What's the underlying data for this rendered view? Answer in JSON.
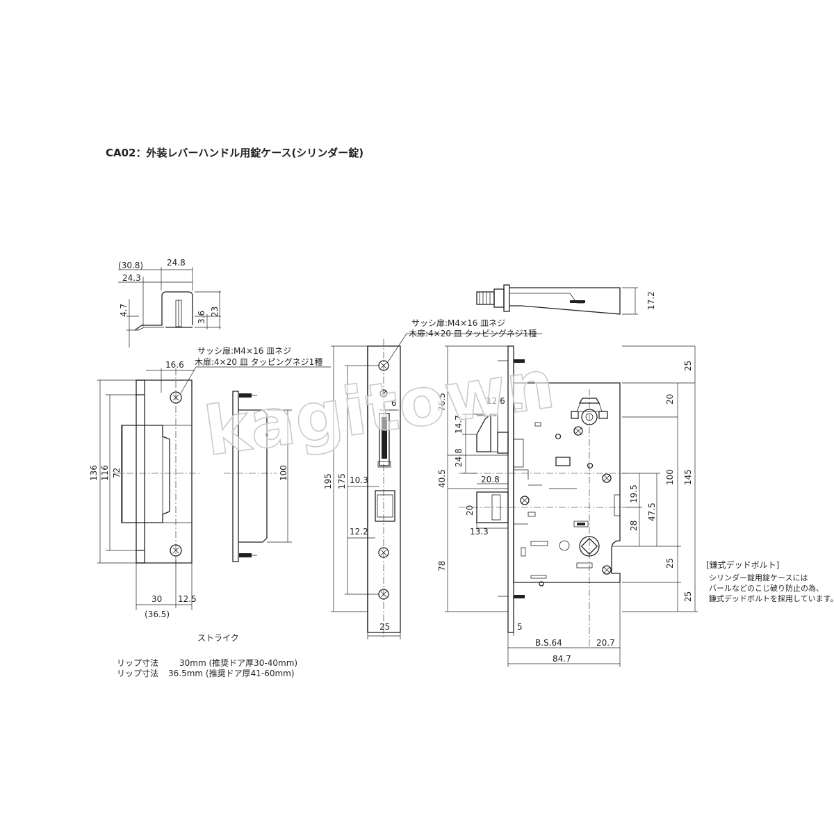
{
  "title": "CA02：外装レバーハンドル用錠ケース(シリンダー錠)",
  "watermark": "kagitown",
  "notes": {
    "screw_sash": "サッシ扉:M4×16 皿ネジ",
    "screw_wood": "木扉:4×20 皿 タッピングネジ1種"
  },
  "strike": {
    "caption": "ストライク",
    "lip_1_label": "リップ寸法",
    "lip_1_value": "30mm (推奨ドア厚30-40mm)",
    "lip_2_label": "リップ寸法",
    "lip_2_value": "36.5mm (推奨ドア厚41-60mm)"
  },
  "deadbolt_note": {
    "heading": "[鎌式デッドボルト]",
    "line1": "シリンダー錠用錠ケースには",
    "line2": "バールなどのこじ破り防止の為、",
    "line3": "鎌式デッドボルトを採用しています。"
  },
  "dims": {
    "lip_top": "(30.8)",
    "d24_8": "24.8",
    "d24_3": "24.3",
    "d4_7": "4.7",
    "d3_6": "3.6",
    "d23": "23",
    "d16_6": "16.6",
    "d136": "136",
    "d116": "116",
    "d72": "72",
    "d100_strike": "100",
    "d30": "30",
    "d12_5": "12.5",
    "d36_5": "(36.5)",
    "d195": "195",
    "d175": "175",
    "d6": "6",
    "d10_3": "10.3",
    "d12_2": "12.2",
    "d25_front": "25",
    "d17_2": "17.2",
    "d76_5": "76.5",
    "d12_6": "12.6",
    "d14_7": "14.7",
    "d24_8b": "24.8",
    "d40_5": "40.5",
    "d20_8": "20.8",
    "d20": "20",
    "d13_3": "13.3",
    "d78": "78",
    "d25_r1": "25",
    "d20_r": "20",
    "d100_r": "100",
    "d145": "145",
    "d19_5": "19.5",
    "d47_5": "47.5",
    "d28": "28",
    "d25_r2": "25",
    "d25_r3": "25",
    "d5": "5",
    "bs64": "B.S.64",
    "d20_7": "20.7",
    "d84_7": "84.7"
  }
}
